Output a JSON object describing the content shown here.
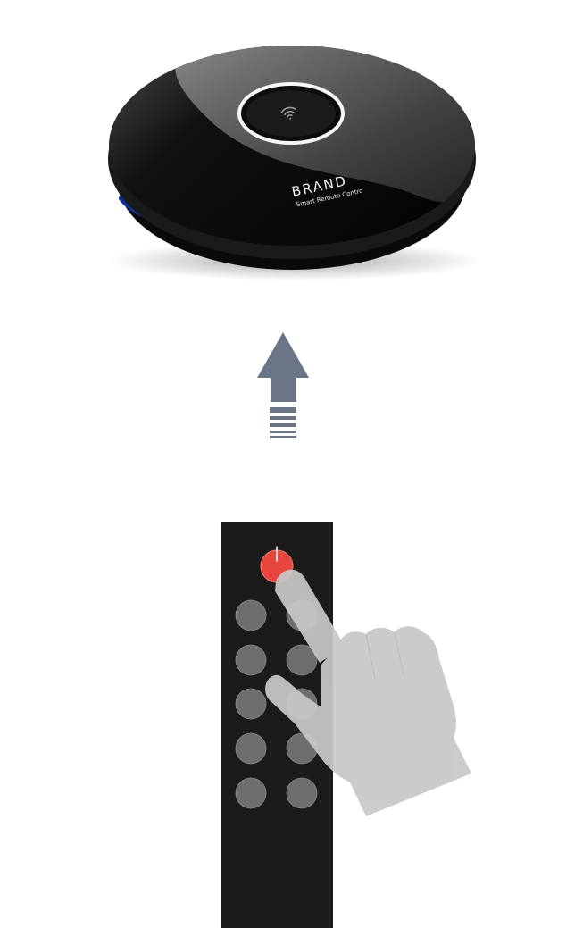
{
  "hub": {
    "brand": "BRAND",
    "tagline": "Smart Remote Contro",
    "indicator_icon": "wifi-icon",
    "led_color": "#1d6bff"
  },
  "arrow": {
    "direction": "up",
    "color": "#6b7585"
  },
  "remote": {
    "body_color": "#1b1b1b",
    "power_button_color": "#e8453c",
    "power_icon": "power-icon",
    "button_color": "#6e6e6e",
    "button_rows": 5,
    "button_columns": 2
  },
  "hand": {
    "color": "#c8c8c8",
    "icon": "pointing-hand-icon"
  }
}
